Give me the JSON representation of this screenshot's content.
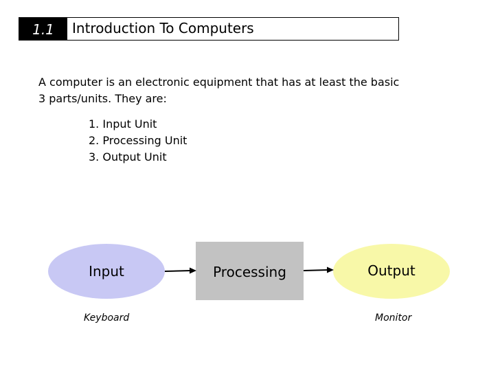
{
  "header": {
    "section_number": "1.1",
    "title": "Introduction To Computers"
  },
  "intro": {
    "line1": "A computer is an electronic equipment that has at least the basic",
    "line2": "3 parts/units.  They are:"
  },
  "parts": [
    "1. Input Unit",
    "2. Processing Unit",
    "3. Output Unit"
  ],
  "diagram": {
    "nodes": {
      "input": "Input",
      "processing": "Processing",
      "output": "Output"
    },
    "captions": {
      "input": "Keyboard",
      "output": "Monitor"
    },
    "colors": {
      "input": "#c8c8f4",
      "processing": "#c2c2c2",
      "output": "#f8f8a8"
    }
  }
}
